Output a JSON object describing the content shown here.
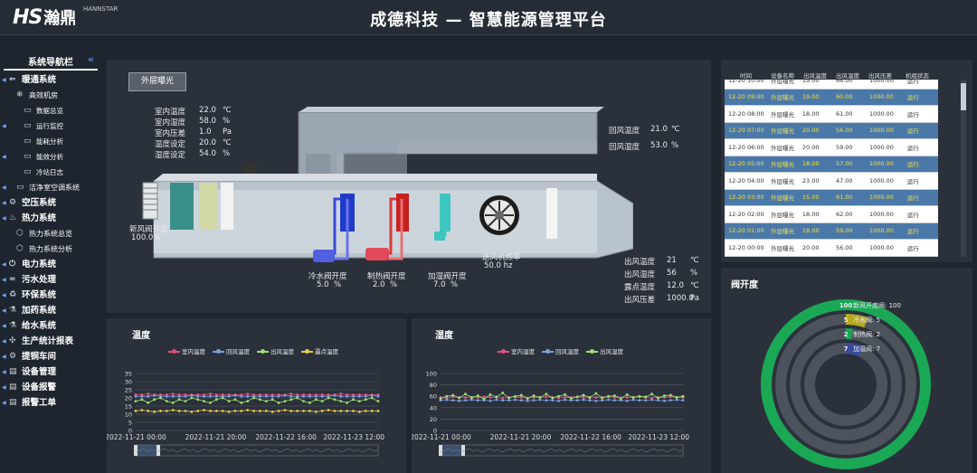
{
  "header": {
    "logo_hs": "HS",
    "logo_cn": "瀚鼎",
    "logo_en": "HANNSTAR",
    "title": "成德科技 — 智慧能源管理平台"
  },
  "sidebar": {
    "title": "系统导航栏",
    "collapse_icon": "double-chevron-left-icon",
    "items": [
      {
        "label": "暖通系统",
        "level": 0,
        "expanded": true
      },
      {
        "label": "高效机房",
        "level": 1,
        "expanded": true
      },
      {
        "label": "数据总览",
        "level": 2
      },
      {
        "label": "运行监控",
        "level": 2
      },
      {
        "label": "能耗分析",
        "level": 2
      },
      {
        "label": "能效分析",
        "level": 2
      },
      {
        "label": "冷站日志",
        "level": 2
      },
      {
        "label": "洁净室空调系统",
        "level": 1
      },
      {
        "label": "空压系统",
        "level": 0
      },
      {
        "label": "热力系统",
        "level": 0,
        "expanded": true
      },
      {
        "label": "热力系统总览",
        "level": 1
      },
      {
        "label": "热力系统分析",
        "level": 1
      },
      {
        "label": "电力系统",
        "level": 0
      },
      {
        "label": "污水处理",
        "level": 0
      },
      {
        "label": "环保系统",
        "level": 0
      },
      {
        "label": "加药系统",
        "level": 0
      },
      {
        "label": "给水系统",
        "level": 0
      },
      {
        "label": "生产统计报表",
        "level": 0
      },
      {
        "label": "提铜车间",
        "level": 0
      },
      {
        "label": "设备管理",
        "level": 0
      },
      {
        "label": "设备报警",
        "level": 0
      },
      {
        "label": "报警工单",
        "level": 0
      }
    ]
  },
  "diagram": {
    "badge": "外层曝光",
    "indoor": [
      {
        "label": "室内温度",
        "value": "22.0",
        "unit": "℃"
      },
      {
        "label": "室内湿度",
        "value": "58.0",
        "unit": "%"
      },
      {
        "label": "室内压差",
        "value": "1.0",
        "unit": "Pa"
      },
      {
        "label": "温度设定",
        "value": "20.0",
        "unit": "℃"
      },
      {
        "label": "湿度设定",
        "value": "54.0",
        "unit": "%"
      }
    ],
    "return_air": [
      {
        "label": "回风温度",
        "value": "21.0",
        "unit": "℃"
      },
      {
        "label": "回风湿度",
        "value": "53.0",
        "unit": "%"
      }
    ],
    "fresh_air": {
      "label": "新风阀开度",
      "value": "100.0%"
    },
    "cold_valve": {
      "label": "冷水阀开度",
      "value": "5.0",
      "unit": "%"
    },
    "heat_valve": {
      "label": "制热阀开度",
      "value": "2.0",
      "unit": "%"
    },
    "humid_valve": {
      "label": "加湿阀开度",
      "value": "7.0",
      "unit": "%"
    },
    "fan": {
      "label": "送风机频率",
      "value": "50.0 hz"
    },
    "supply": [
      {
        "label": "出风温度",
        "value": "21",
        "unit": "℃"
      },
      {
        "label": "出风湿度",
        "value": "56",
        "unit": "%"
      },
      {
        "label": "露点温度",
        "value": "12.0",
        "unit": "℃"
      },
      {
        "label": "出风压差",
        "value": "1000.0",
        "unit": "Pa"
      }
    ]
  },
  "table": {
    "headers": [
      "时间",
      "设备名称",
      "出风温度",
      "出风湿度",
      "出风压差",
      "机组状态"
    ],
    "rows": [
      [
        "12-20 10:00",
        "外层曝光",
        "19.00",
        "66.00",
        "1000.00",
        "运行"
      ],
      [
        "12-20 09:00",
        "外层曝光",
        "19.00",
        "60.00",
        "1000.00",
        "运行"
      ],
      [
        "12-20 08:00",
        "外层曝光",
        "18.00",
        "61.00",
        "1000.00",
        "运行"
      ],
      [
        "12-20 07:00",
        "外层曝光",
        "20.00",
        "56.00",
        "1000.00",
        "运行"
      ],
      [
        "12-20 06:00",
        "外层曝光",
        "20.00",
        "59.00",
        "1000.00",
        "运行"
      ],
      [
        "12-20 05:00",
        "外层曝光",
        "18.00",
        "57.00",
        "1000.00",
        "运行"
      ],
      [
        "12-20 04:00",
        "外层曝光",
        "23.00",
        "47.00",
        "1000.00",
        "运行"
      ],
      [
        "12-20 03:00",
        "外层曝光",
        "15.00",
        "61.00",
        "1000.00",
        "运行"
      ],
      [
        "12-20 02:00",
        "外层曝光",
        "18.00",
        "62.00",
        "1000.00",
        "运行"
      ],
      [
        "12-20 01:00",
        "外层曝光",
        "18.00",
        "59.00",
        "1000.00",
        "运行"
      ],
      [
        "12-20 00:00",
        "外层曝光",
        "20.00",
        "56.00",
        "1000.00",
        "运行"
      ]
    ]
  },
  "temp_chart": {
    "title": "温度"
  },
  "humid_chart": {
    "title": "湿度"
  },
  "valve_chart": {
    "title": "阀开度"
  },
  "chart_data": [
    {
      "type": "line",
      "title": "温度",
      "series": [
        {
          "name": "室内温度",
          "color": "#e0507a",
          "values": [
            22,
            22,
            22.5,
            22,
            22,
            22,
            22.5,
            22,
            22,
            22,
            22,
            22,
            22.5,
            22,
            22,
            22,
            22,
            22,
            22.5,
            22,
            22,
            22,
            22,
            22,
            22,
            22.5,
            22,
            22,
            22,
            22,
            22,
            22,
            22,
            22.5,
            22,
            22,
            22,
            22,
            22,
            22
          ]
        },
        {
          "name": "回风温度",
          "color": "#7a9fe0",
          "values": [
            21,
            21,
            21,
            21.5,
            21,
            21,
            21,
            21,
            21,
            21.5,
            21,
            21,
            21,
            21,
            21,
            21,
            21.5,
            21,
            21,
            21,
            21,
            21,
            21,
            21,
            21.5,
            21,
            21,
            21,
            21,
            21,
            21,
            21,
            21.5,
            21,
            21,
            21,
            21,
            21,
            21.5,
            21
          ]
        },
        {
          "name": "出风温度",
          "color": "#a0e070",
          "values": [
            18,
            19,
            17,
            19,
            20,
            18,
            17,
            19,
            18,
            20,
            19,
            18,
            17,
            19,
            20,
            18,
            19,
            17,
            18,
            20,
            19,
            18,
            19,
            17,
            18,
            19,
            20,
            18,
            17,
            19,
            18,
            20,
            19,
            18,
            17,
            19,
            18,
            19,
            20,
            18
          ]
        },
        {
          "name": "露点温度",
          "color": "#e8c84a",
          "values": [
            12,
            12.5,
            12,
            11.5,
            12,
            12,
            12.5,
            12,
            12,
            11.5,
            12,
            12.5,
            12,
            12,
            12,
            11.5,
            12,
            12,
            12.5,
            12,
            12,
            12,
            11.5,
            12,
            12.5,
            12,
            12,
            12,
            12,
            11.5,
            12,
            12.5,
            12,
            12,
            12,
            12,
            11.5,
            12,
            12,
            12
          ]
        }
      ],
      "ylim": [
        0,
        35
      ],
      "yticks": [
        0,
        5,
        10,
        15,
        20,
        25,
        30,
        35
      ],
      "xticks": [
        "2022-11-21 00:00",
        "2022-11-21 20:00",
        "2022-11-22 16:00",
        "2022-11-23 12:00"
      ]
    },
    {
      "type": "line",
      "title": "湿度",
      "series": [
        {
          "name": "室内湿度",
          "color": "#e0507a",
          "values": [
            58,
            57,
            59,
            58,
            58,
            57,
            58,
            59,
            58,
            58,
            57,
            58,
            59,
            58,
            57,
            58,
            58,
            59,
            58,
            57,
            58,
            58,
            59,
            58,
            57,
            58,
            58,
            59,
            58,
            57,
            58,
            58,
            59,
            58,
            57,
            58,
            58,
            59,
            58,
            58
          ]
        },
        {
          "name": "回风湿度",
          "color": "#7a9fe0",
          "values": [
            53,
            54,
            53,
            52,
            53,
            54,
            53,
            53,
            52,
            54,
            53,
            53,
            54,
            53,
            52,
            53,
            54,
            53,
            53,
            52,
            54,
            53,
            53,
            54,
            53,
            52,
            53,
            54,
            53,
            53,
            52,
            54,
            53,
            53,
            54,
            53,
            52,
            53,
            54,
            53
          ]
        },
        {
          "name": "出风湿度",
          "color": "#a0e070",
          "values": [
            56,
            60,
            62,
            57,
            64,
            58,
            61,
            55,
            63,
            59,
            66,
            57,
            60,
            62,
            56,
            61,
            58,
            64,
            57,
            60,
            63,
            56,
            59,
            62,
            58,
            65,
            57,
            60,
            61,
            56,
            63,
            58,
            60,
            59,
            64,
            57,
            61,
            62,
            58,
            60
          ]
        }
      ],
      "ylim": [
        0,
        100
      ],
      "yticks": [
        0,
        20,
        40,
        60,
        80,
        100
      ],
      "xticks": [
        "2022-11-21 00:00",
        "2022-11-21 20:00",
        "2022-11-22 16:00",
        "2022-11-23 12:00"
      ]
    },
    {
      "type": "radial-bar",
      "title": "阀开度",
      "categories": [
        "新风开度阀",
        "冷水阀",
        "制热阀",
        "加湿阀"
      ],
      "values": [
        100,
        5,
        2,
        7
      ],
      "colors": [
        "#1aa855",
        "#b5a820",
        "#1aa855",
        "#3a4a9a"
      ],
      "max": 100
    }
  ]
}
